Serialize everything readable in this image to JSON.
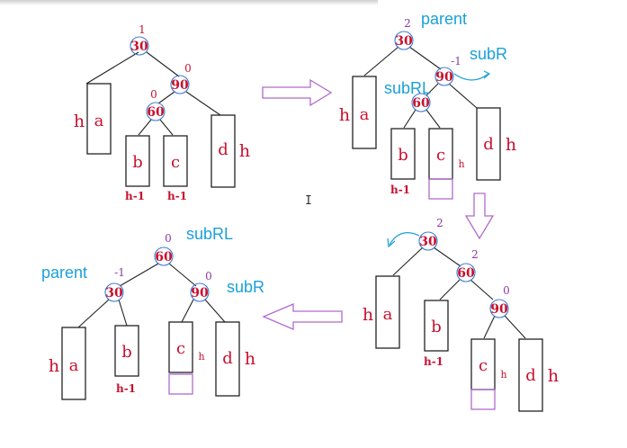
{
  "labels": {
    "parent": "parent",
    "subR": "subR",
    "subRL": "subRL",
    "h": "h",
    "h_minus_1": "h-1",
    "cursor": "I"
  },
  "nodes": {
    "n30": "30",
    "n60": "60",
    "n90": "90"
  },
  "subtrees": {
    "a": "a",
    "b": "b",
    "c": "c",
    "d": "d"
  },
  "balance_factors": {
    "p1_30": "1",
    "p1_90": "0",
    "p1_60": "0",
    "p2_30": "2",
    "p2_90": "-1",
    "p3_30": "2",
    "p3_60": "2",
    "p3_90": "0",
    "p4_60": "0",
    "p4_30": "-1",
    "p4_90": "0"
  },
  "colors": {
    "node_text": "#c8102e",
    "balance_purple": "#8a3aa6",
    "annotation_blue": "#1aa0d8",
    "node_circle": "#3a7bd5",
    "arrow_outline": "#b06acc"
  }
}
